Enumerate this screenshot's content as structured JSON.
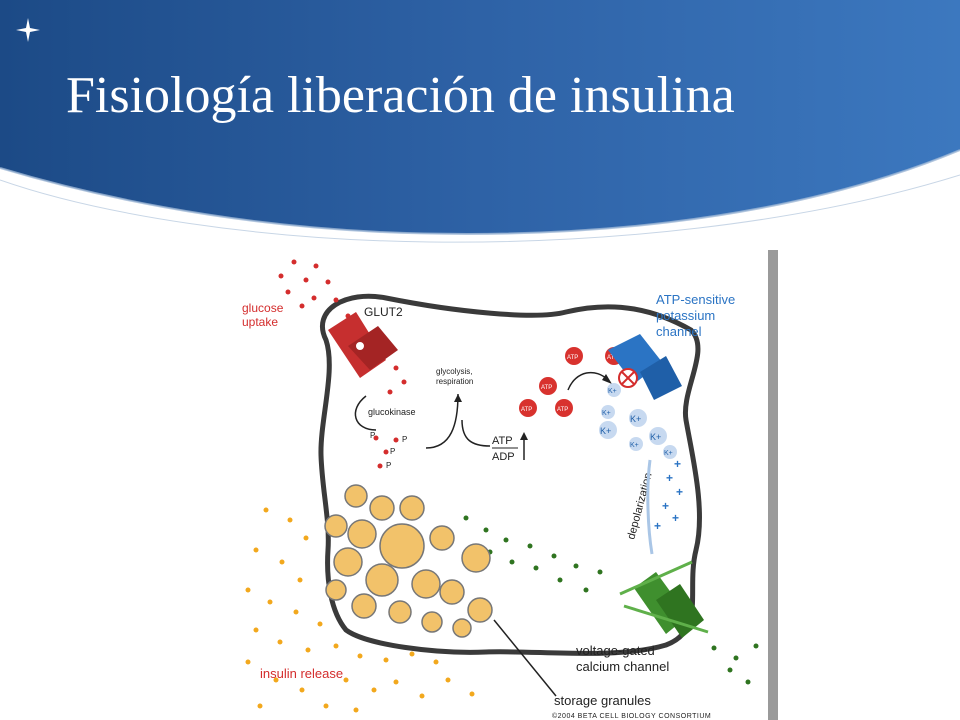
{
  "slide": {
    "title": "Fisiología liberación de insulina"
  },
  "diagram": {
    "labels": {
      "glucose_uptake_1": "glucose",
      "glucose_uptake_2": "uptake",
      "glut2": "GLUT2",
      "glucokinase": "glucokinase",
      "glycolysis_1": "glycolysis,",
      "glycolysis_2": "respiration",
      "atp": "ATP",
      "adp": "ADP",
      "phosphate": "P",
      "atp_small": "ATP",
      "k_ion": "K+",
      "plus": "+",
      "atp_channel_1": "ATP-sensitive",
      "atp_channel_2": "potassium",
      "atp_channel_3": "channel",
      "depolarization": "depolarization",
      "calcium_channel_1": "voltage-gated",
      "calcium_channel_2": "calcium channel",
      "insulin_release": "insulin release",
      "storage_granules": "storage granules",
      "copyright": "©2004 BETA CELL BIOLOGY CONSORTIUM"
    },
    "colors": {
      "header_blue": "#2e5f9e",
      "glucose_red": "#d42d2d",
      "atp_red": "#d8322e",
      "channel_blue": "#2b74c4",
      "potassium_blue": "#2d6bbf",
      "calcium_green": "#3f8f2e",
      "insulin_orange": "#f2a81d",
      "membrane_gray": "#3a3a3a"
    }
  }
}
